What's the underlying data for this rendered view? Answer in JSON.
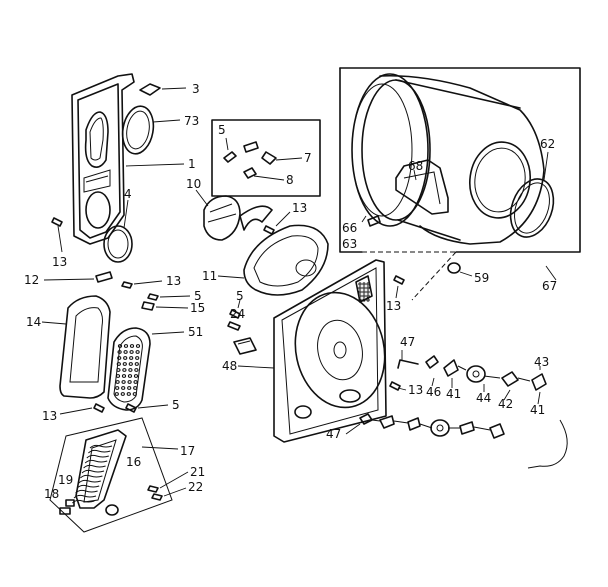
{
  "labels": {
    "l1": "1",
    "l3": "3",
    "l4": "4",
    "l5a": "5",
    "l5b": "5",
    "l5c": "5",
    "l5d": "5",
    "l7": "7",
    "l8": "8",
    "l10": "10",
    "l11": "11",
    "l12": "12",
    "l13a": "13",
    "l13b": "13",
    "l13c": "13",
    "l13d": "13",
    "l13e": "13",
    "l13f": "13",
    "l14": "14",
    "l15": "15",
    "l16": "16",
    "l17": "17",
    "l18": "18",
    "l19": "19",
    "l21": "21",
    "l22": "22",
    "l24": "24",
    "l41a": "41",
    "l41b": "41",
    "l42": "42",
    "l43": "43",
    "l44": "44",
    "l46": "46",
    "l47a": "47",
    "l47b": "47",
    "l48": "48",
    "l51": "51",
    "l59": "59",
    "l62": "62",
    "l63": "63",
    "l66": "66",
    "l67": "67",
    "l68": "68",
    "l73": "73"
  }
}
